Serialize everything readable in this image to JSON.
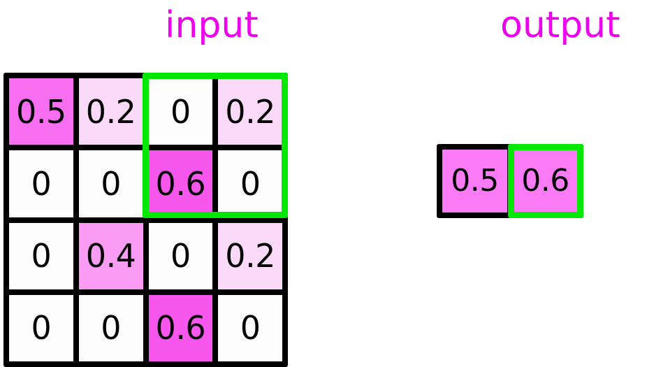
{
  "labels": {
    "input_title": "input",
    "output_title": "output"
  },
  "colors": {
    "title_magenta": "#ee00ee",
    "highlight_green": "#00e800",
    "grid_border_black": "#000000",
    "cell_zero": "#fdfdfd",
    "cell_0_2": "#fbd9f8",
    "cell_0_4": "#fa9bf4",
    "cell_0_5": "#f86ef0",
    "cell_0_6": "#f857ee",
    "output_cell": "#fa7bf5",
    "text_black": "#000000"
  },
  "input": {
    "rows": 4,
    "cols": 4,
    "cells": [
      [
        {
          "value": "0.5",
          "fill": "#f86ef0"
        },
        {
          "value": "0.2",
          "fill": "#fbd9f8"
        },
        {
          "value": "0",
          "fill": "#fdfdfd"
        },
        {
          "value": "0.2",
          "fill": "#fbd9f8"
        }
      ],
      [
        {
          "value": "0",
          "fill": "#fdfdfd"
        },
        {
          "value": "0",
          "fill": "#fdfdfd"
        },
        {
          "value": "0.6",
          "fill": "#f857ee"
        },
        {
          "value": "0",
          "fill": "#fdfdfd"
        }
      ],
      [
        {
          "value": "0",
          "fill": "#fdfdfd"
        },
        {
          "value": "0.4",
          "fill": "#fa9bf4"
        },
        {
          "value": "0",
          "fill": "#fdfdfd"
        },
        {
          "value": "0.2",
          "fill": "#fbd9f8"
        }
      ],
      [
        {
          "value": "0",
          "fill": "#fdfdfd"
        },
        {
          "value": "0",
          "fill": "#fdfdfd"
        },
        {
          "value": "0.6",
          "fill": "#f857ee"
        },
        {
          "value": "0",
          "fill": "#fdfdfd"
        }
      ]
    ],
    "highlight": {
      "row_start": 0,
      "row_end": 1,
      "col_start": 2,
      "col_end": 3,
      "color": "#00e800"
    }
  },
  "output": {
    "rows": 1,
    "cols": 2,
    "cells": [
      [
        {
          "value": "0.5",
          "fill": "#fa7bf5"
        },
        {
          "value": "0.6",
          "fill": "#fa7bf5"
        }
      ]
    ],
    "highlight": {
      "row_start": 0,
      "row_end": 0,
      "col_start": 1,
      "col_end": 1,
      "color": "#00e800"
    }
  }
}
